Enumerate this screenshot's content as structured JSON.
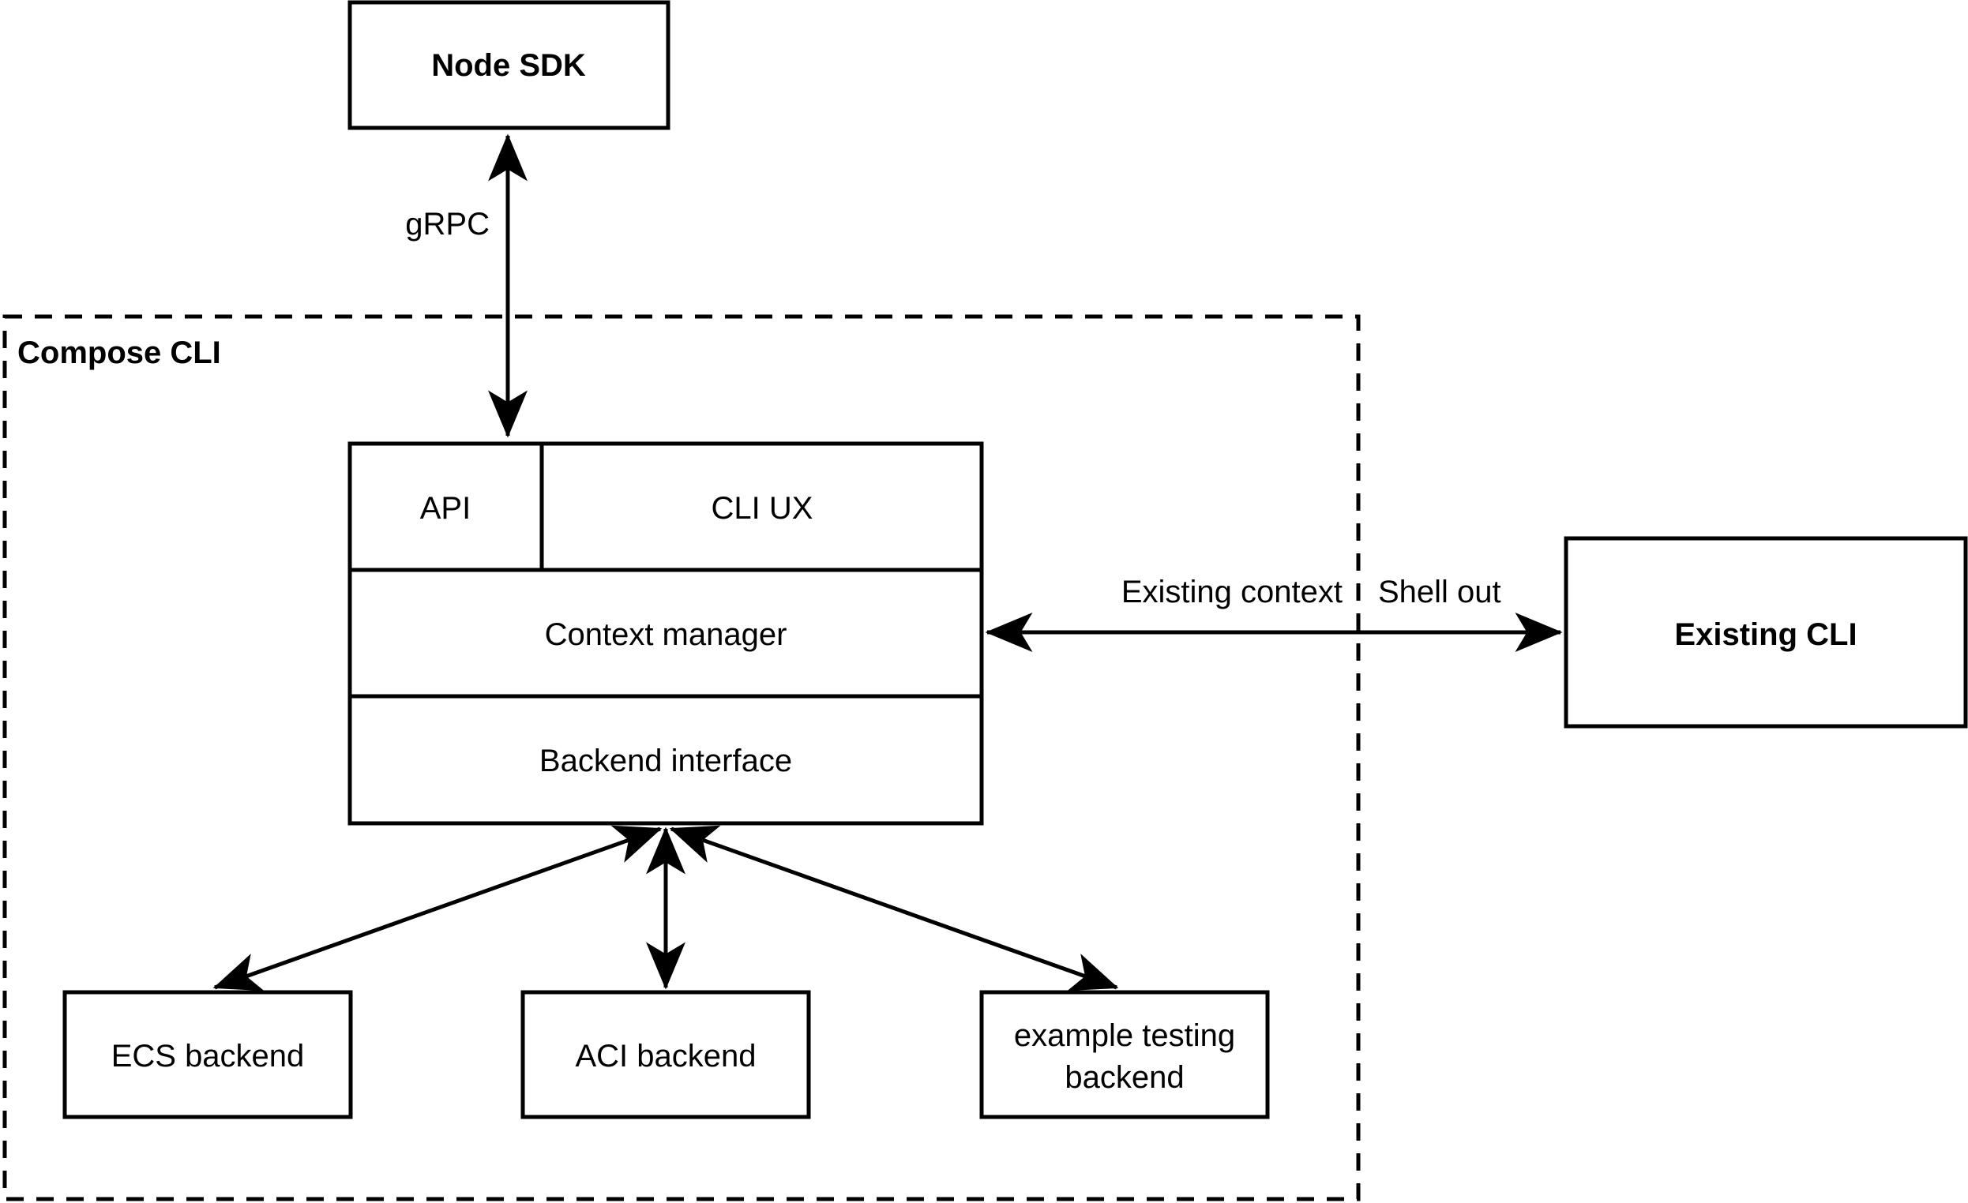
{
  "diagram": {
    "title_node": "Node SDK",
    "group": {
      "label": "Compose CLI"
    },
    "nodes": {
      "node_sdk": "Node SDK",
      "api": "API",
      "cli_ux": "CLI UX",
      "context_manager": "Context manager",
      "backend_interface": "Backend interface",
      "existing_cli": "Existing CLI",
      "ecs_backend": "ECS backend",
      "aci_backend": "ACI backend",
      "example_testing_backend_line1": "example testing",
      "example_testing_backend_line2": "backend"
    },
    "edges": {
      "grpc": "gRPC",
      "existing_context": "Existing context",
      "shell_out": "Shell out"
    },
    "colors": {
      "stroke": "#000000",
      "fill": "#ffffff",
      "background": "#ffffff"
    }
  }
}
